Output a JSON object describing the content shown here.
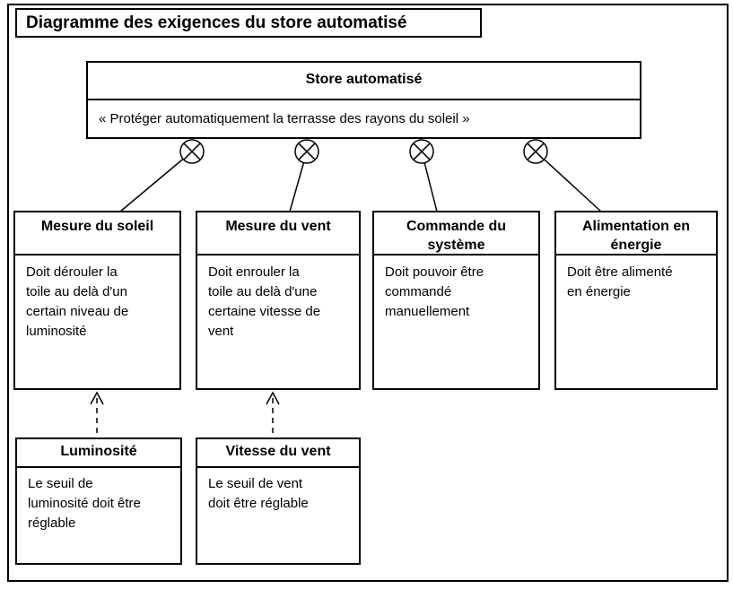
{
  "diagram_title": "Diagramme des exigences du store automatisé",
  "root_requirement": {
    "title": "Store automatisé",
    "text": "« Protéger automatiquement la terrasse des rayons du soleil »"
  },
  "requirements": [
    {
      "title": "Mesure du soleil",
      "text": "Doit dérouler la\ntoile au delà d'un\ncertain niveau de\nluminosité"
    },
    {
      "title": "Mesure du vent",
      "text": "Doit enrouler la\ntoile au delà d'une\ncertaine vitesse de\nvent"
    },
    {
      "title": "Commande du\nsystème",
      "text": "Doit pouvoir être\ncommandé\nmanuellement"
    },
    {
      "title": "Alimentation en\nénergie",
      "text": "Doit être alimenté\nen énergie"
    }
  ],
  "sub_requirements": [
    {
      "title": "Luminosité",
      "text": "Le seuil de\nluminosité doit être\nréglable"
    },
    {
      "title": "Vitesse du vent",
      "text": "Le seuil de vent\ndoit être réglable"
    }
  ],
  "icons": {
    "containment_connector": "crossed-circle",
    "derive_arrow": "dashed-open-arrow-up"
  },
  "colors": {
    "ink": "#000000",
    "paper": "#ffffff"
  }
}
